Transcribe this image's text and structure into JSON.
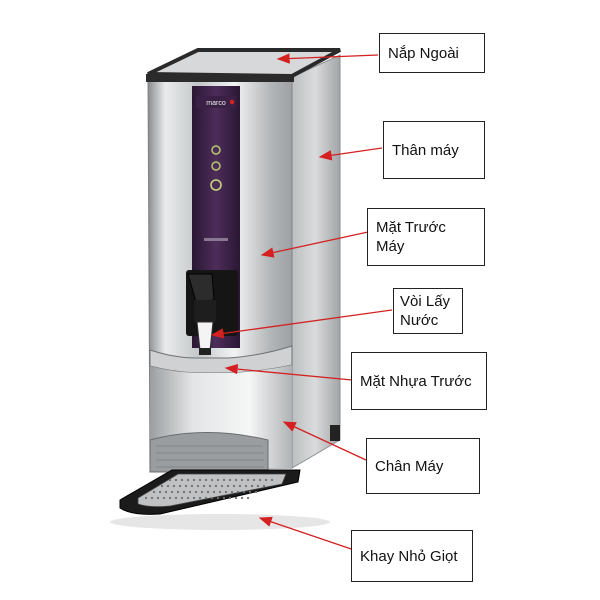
{
  "diagram": {
    "labels": {
      "outer_lid": "Nắp Ngoài",
      "body": "Thân máy",
      "front_panel": "Mặt Trước Máy",
      "tap": "Vòi Lấy Nước",
      "front_plastic": "Mặt Nhựa Trước",
      "base": "Chân Máy",
      "drip_tray": "Khay Nhỏ Giọt"
    },
    "brand_text": "marco",
    "arrow_color": "#d42020"
  }
}
